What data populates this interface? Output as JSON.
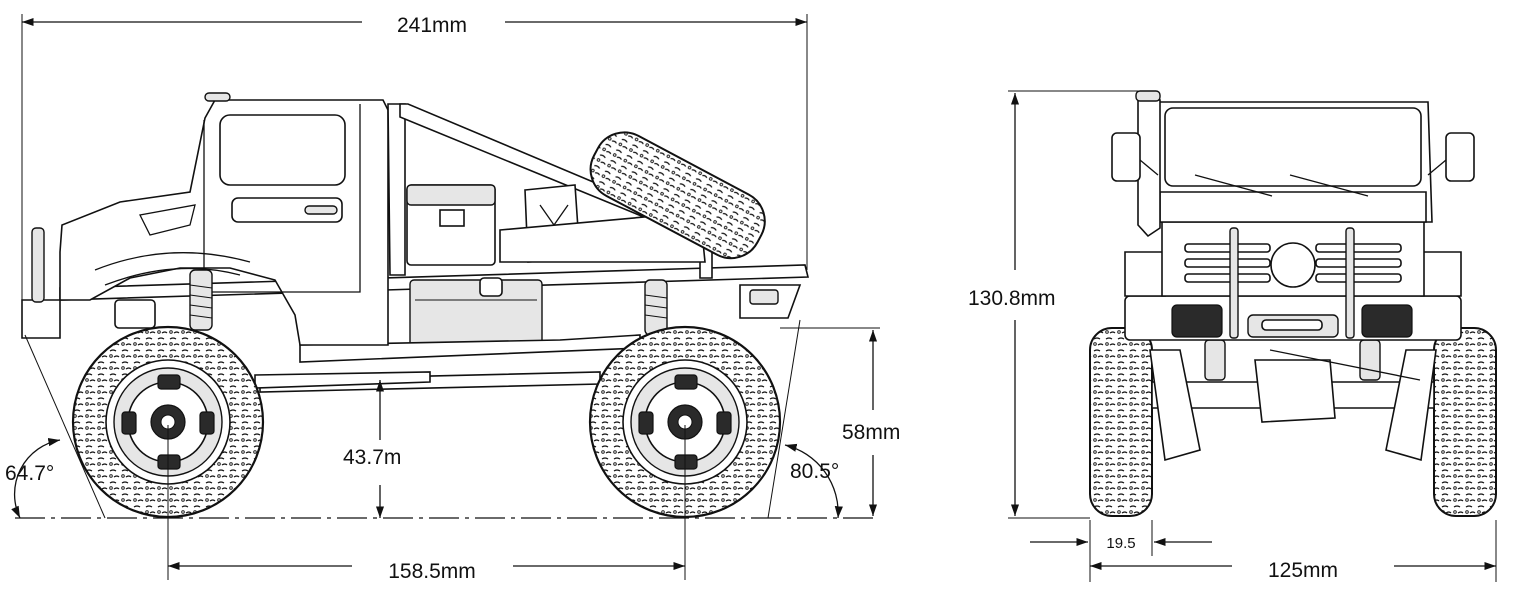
{
  "dimensions": {
    "overall_length": "241mm",
    "wheelbase": "158.5mm",
    "ground_clearance": "43.7m",
    "bumper_height": "58mm",
    "approach_angle": "64.7°",
    "departure_angle": "80.5°",
    "overall_height": "130.8mm",
    "track_width": "125mm",
    "tire_width": "19.5"
  }
}
